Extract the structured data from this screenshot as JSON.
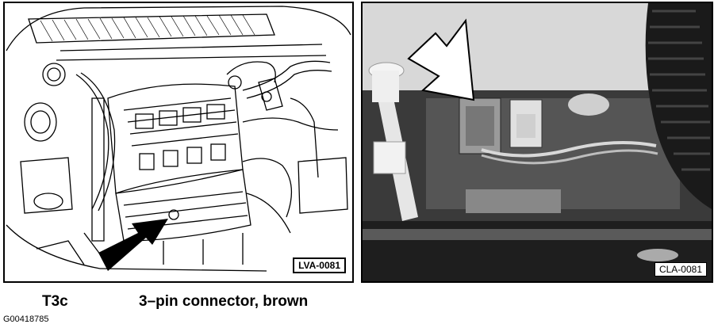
{
  "figure": {
    "left_panel": {
      "label": "LVA-0081"
    },
    "right_panel": {
      "label": "CLA-0081"
    },
    "caption": {
      "code": "T3c",
      "description": "3–pin connector, brown"
    },
    "figure_id": "G00418785"
  }
}
